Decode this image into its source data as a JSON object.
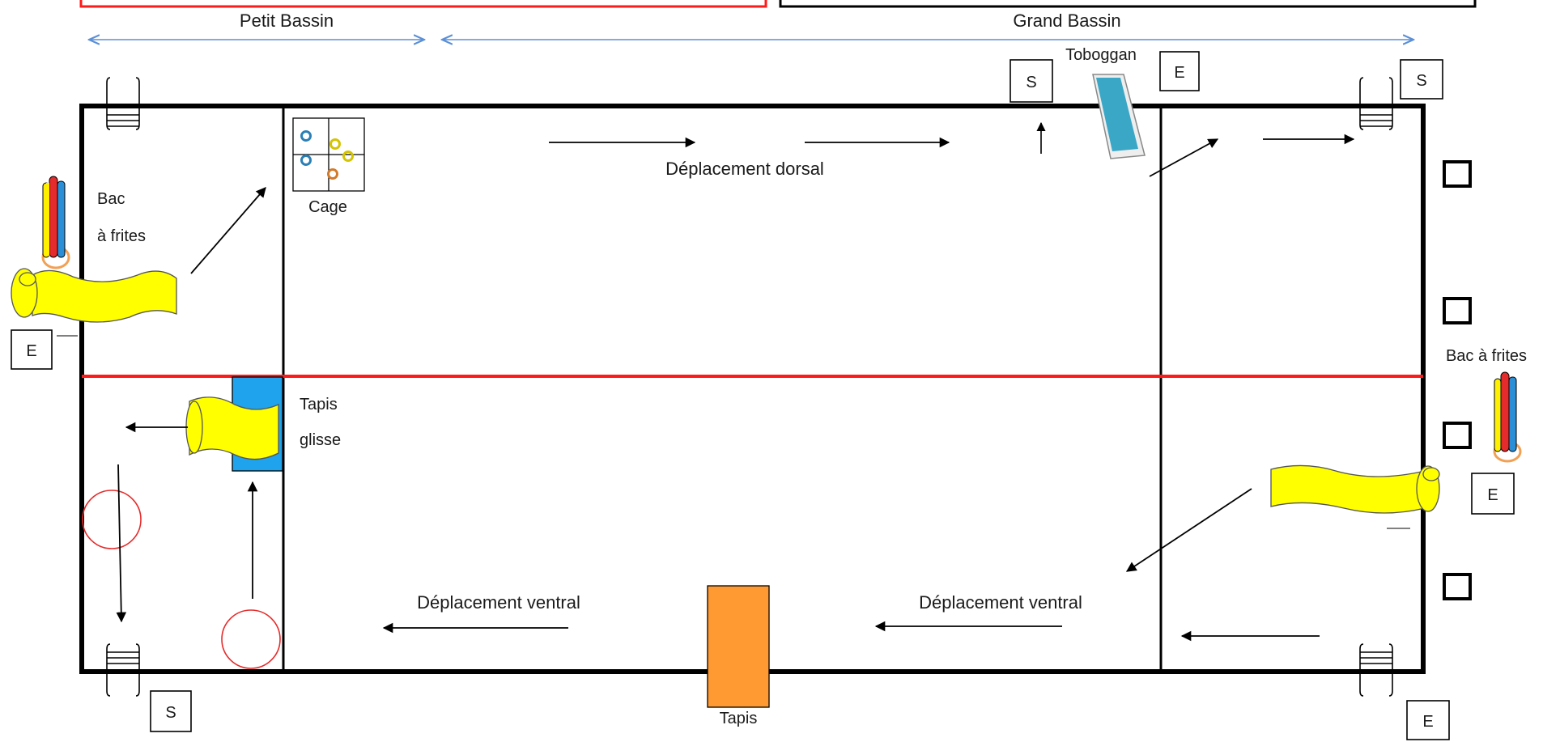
{
  "sections": {
    "petit_bassin": "Petit Bassin",
    "grand_bassin": "Grand Bassin"
  },
  "equipment": {
    "toboggan": "Toboggan",
    "cage": "Cage",
    "bac_frites_left_1": "Bac",
    "bac_frites_left_2": "à frites",
    "bac_frites_right": "Bac à frites",
    "tapis_glisse_1": "Tapis",
    "tapis_glisse_2": "glisse",
    "tapis": "Tapis"
  },
  "movements": {
    "dorsal": "Déplacement dorsal",
    "ventral_left": "Déplacement ventral",
    "ventral_right": "Déplacement ventral"
  },
  "markers": {
    "entry": "E",
    "exit": "S"
  },
  "colors": {
    "pool_border": "#000000",
    "red_line": "#ff1a1a",
    "blue_arrow": "#5b8fd6",
    "frites_yellow": "#ffff00",
    "toboggan_blue": "#3aa7c7",
    "tapis_glisse_blue": "#1fa3ec",
    "tapis_orange": "#ff9a33",
    "ring_blue": "#2a7fb5",
    "ring_yellow": "#d4c400",
    "ring_orange": "#d27a2a"
  }
}
